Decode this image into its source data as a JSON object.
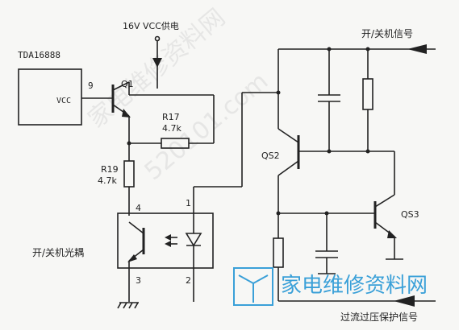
{
  "labels": {
    "vcc_supply": "16V VCC供电",
    "ic": "TDA16888",
    "ic_pin": "9",
    "ic_vcc": "VCC",
    "q1": "Q1",
    "r17_name": "R17",
    "r17_value": "4.7k",
    "r19_name": "R19",
    "r19_value": "4.7k",
    "opto_pin4": "4",
    "opto_pin1": "1",
    "opto_pin3": "3",
    "opto_pin2": "2",
    "opto": "开/关机光耦",
    "onoff_signal": "开/关机信号",
    "qs2": "QS2",
    "qs3": "QS3",
    "protect_signal": "过流过压保护信号"
  },
  "watermark": {
    "brand": "家电维修资料网",
    "site": "520101.com"
  },
  "colors": {
    "ink": "#222222",
    "paper": "#f7f7f5",
    "logo_blue": "#3aa0d8",
    "watermark": "#c9c9c9"
  }
}
